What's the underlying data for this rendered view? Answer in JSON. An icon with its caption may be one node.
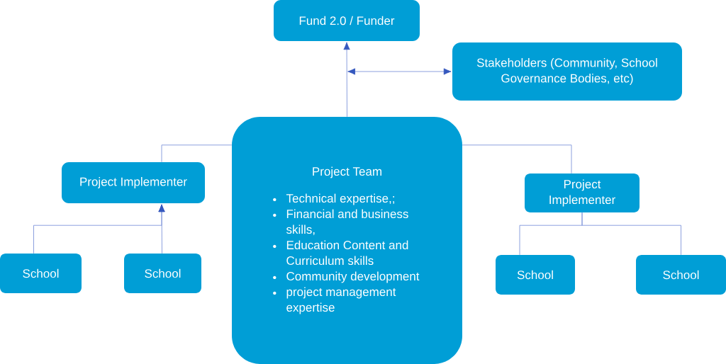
{
  "diagram": {
    "nodes": [
      {
        "text": [
          "Fund 2.0 / Funder"
        ]
      },
      {
        "text": [
          "Stakeholders (Community, School Governance Bodies, etc)"
        ]
      },
      {
        "text": [
          "Project Team",
          "Technical expertise,;",
          "Financial and business skills,",
          "Education Content and Curriculum  skills",
          "Community development",
          "project management expertise"
        ]
      },
      {
        "text": [
          "Project Implementer"
        ]
      },
      {
        "text": [
          "School"
        ]
      },
      {
        "text": [
          "School"
        ]
      },
      {
        "text": [
          "Project Implementer"
        ]
      },
      {
        "text": [
          "School"
        ]
      },
      {
        "text": [
          "School"
        ]
      }
    ],
    "edges": [
      {
        "from": 2,
        "to": 0,
        "arrow": "to"
      },
      {
        "from": null,
        "to": 1,
        "arrow": "both"
      },
      {
        "from": 2,
        "to": 3,
        "arrow": "none"
      },
      {
        "from": 4,
        "to": 3,
        "arrow": "to"
      },
      {
        "from": 5,
        "to": 3,
        "arrow": "to"
      },
      {
        "from": 2,
        "to": 6,
        "arrow": "none"
      },
      {
        "from": 6,
        "to": 7,
        "arrow": "none"
      },
      {
        "from": 6,
        "to": 8,
        "arrow": "none"
      }
    ]
  }
}
